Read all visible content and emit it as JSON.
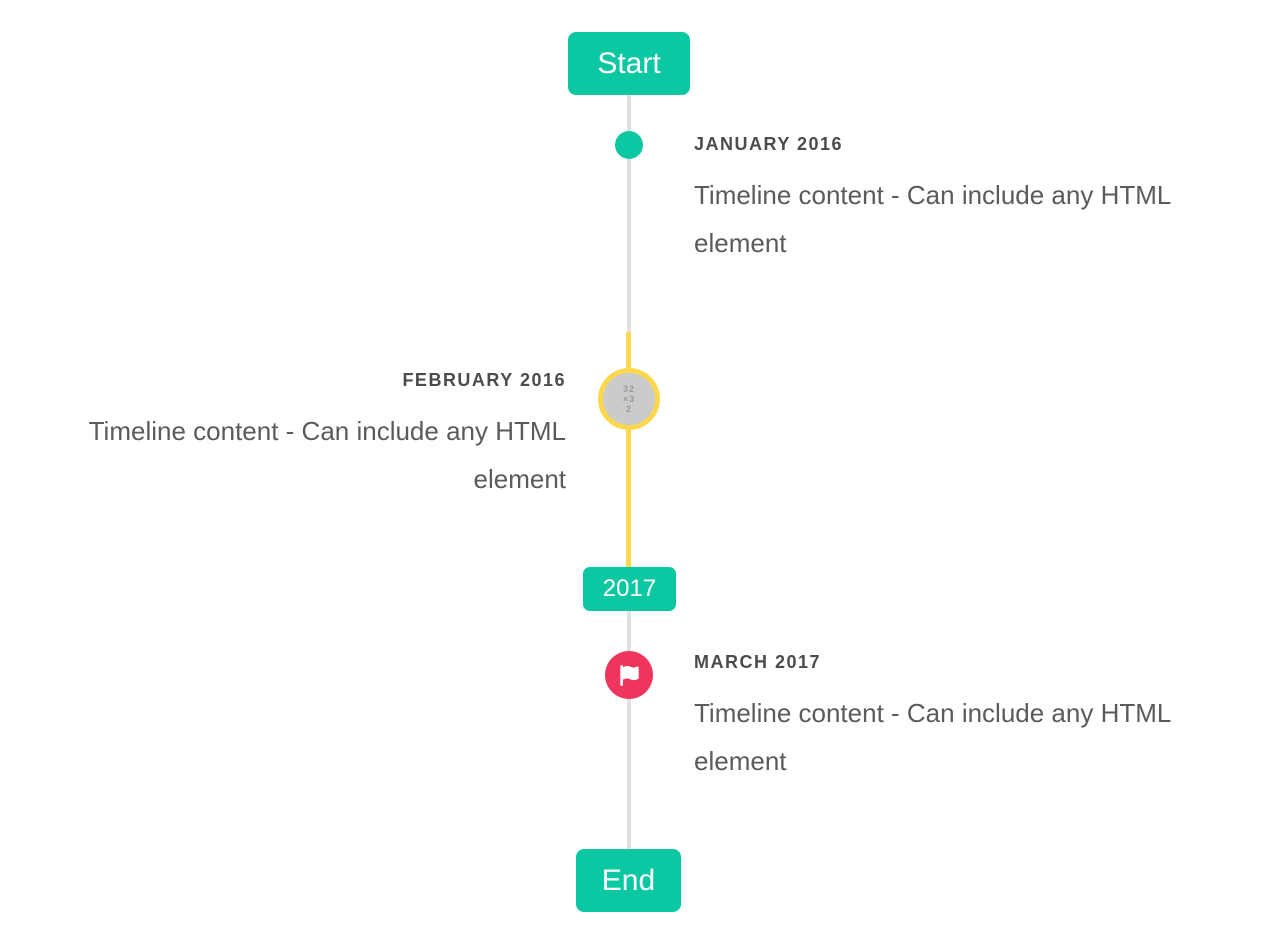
{
  "timeline": {
    "start_badge": "Start",
    "year_badge": "2017",
    "end_badge": "End",
    "entries": [
      {
        "title": "JANUARY 2016",
        "content": "Timeline content - Can include any HTML element",
        "side": "right",
        "marker": "teal-dot"
      },
      {
        "title": "FEBRUARY 2016",
        "content": "Timeline content - Can include any HTML element",
        "side": "left",
        "marker": "image-placeholder-highlighted"
      },
      {
        "title": "MARCH 2017",
        "content": "Timeline content - Can include any HTML element",
        "side": "right",
        "marker": "red-flag"
      }
    ],
    "image_node_placeholder": "32×32",
    "colors": {
      "badge_teal": "#0bc8a2",
      "highlight_yellow": "#fad74d",
      "flag_red": "#f0355c",
      "line_gray": "#e0e0e0",
      "node_gray_fill": "#cbcbcb",
      "title_text": "#4b4b4b",
      "content_text": "#5b5b5b"
    }
  }
}
